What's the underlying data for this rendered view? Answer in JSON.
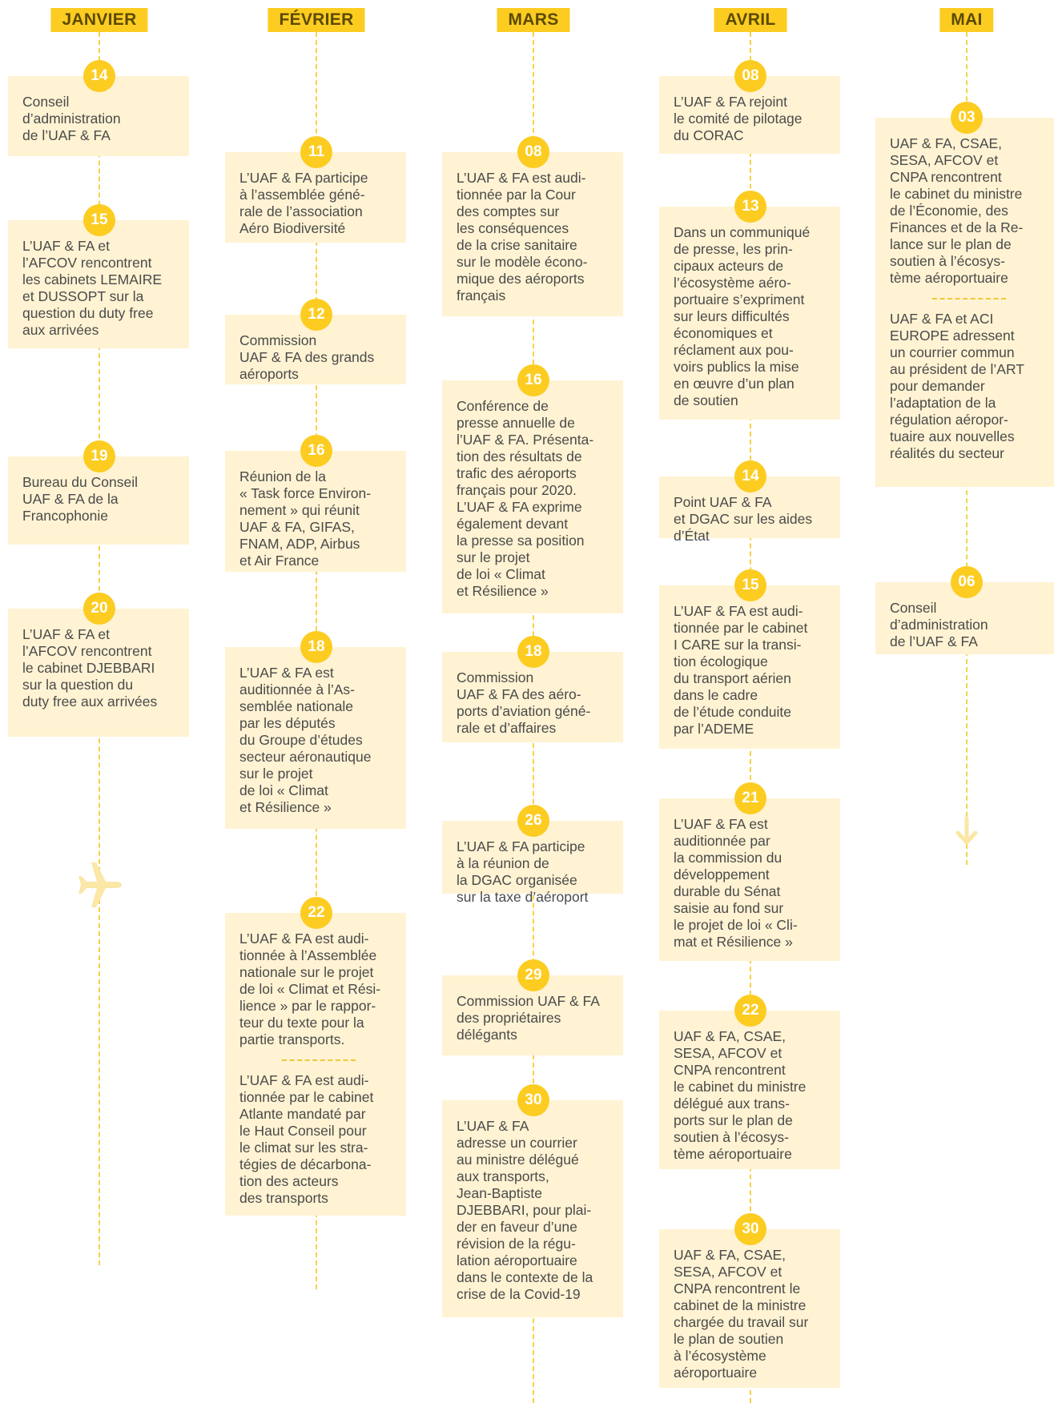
{
  "accent_color": "#fccc21",
  "card_color": "#fff3d3",
  "months": [
    {
      "name": "JANVIER",
      "events": [
        {
          "day": "14",
          "texts": [
            "Conseil\nd’administration\nde l’UAF & FA"
          ]
        },
        {
          "day": "15",
          "texts": [
            "L’UAF & FA et\nl’AFCOV rencontrent\nles cabinets LEMAIRE\net DUSSOPT sur la\nquestion du duty free\naux arrivées"
          ]
        },
        {
          "day": "19",
          "texts": [
            "Bureau du Conseil\nUAF & FA de la\nFrancophonie"
          ]
        },
        {
          "day": "20",
          "texts": [
            "L’UAF & FA et\nl’AFCOV rencontrent\nle cabinet DJEBBARI\nsur la question du\nduty free aux arrivées"
          ]
        }
      ]
    },
    {
      "name": "FÉVRIER",
      "events": [
        {
          "day": "11",
          "texts": [
            "L’UAF & FA participe\nà l’assemblée géné-\nrale de l’association\nAéro Biodiversité"
          ]
        },
        {
          "day": "12",
          "texts": [
            "Commission\nUAF & FA des grands\naéroports"
          ]
        },
        {
          "day": "16",
          "texts": [
            "Réunion de la\n« Task force Environ-\nnement » qui réunit\nUAF & FA, GIFAS,\nFNAM, ADP, Airbus\net Air France"
          ]
        },
        {
          "day": "18",
          "texts": [
            "L’UAF & FA est\nauditionnée à l’As-\nsemblée nationale\npar les députés\ndu Groupe d’études\nsecteur aéronautique\nsur le projet\nde loi « Climat\net Résilience »"
          ]
        },
        {
          "day": "22",
          "texts": [
            "L’UAF & FA est audi-\ntionnée à l’Assemblée\nnationale sur le projet\nde loi « Climat et Rési-\nlience » par le rappor-\nteur du texte pour la\npartie transports.",
            "L’UAF & FA est audi-\ntionnée par le cabinet\nAtlante mandaté par\nle Haut Conseil pour\nle climat sur les stra-\ntégies de décarbona-\ntion des acteurs\ndes transports"
          ]
        }
      ]
    },
    {
      "name": "MARS",
      "events": [
        {
          "day": "08",
          "texts": [
            "L’UAF & FA est audi-\ntionnée par la Cour\ndes comptes sur\nles conséquences\nde la crise sanitaire\nsur le modèle écono-\nmique des aéroports\nfrançais"
          ]
        },
        {
          "day": "16",
          "texts": [
            "Conférence de\npresse annuelle de\nl’UAF & FA. Présenta-\ntion des résultats de\ntrafic des aéroports\nfrançais pour 2020.\nL’UAF & FA exprime\négalement devant\nla presse sa position\nsur le projet\nde loi « Climat\net Résilience »"
          ]
        },
        {
          "day": "18",
          "texts": [
            "Commission\nUAF & FA des aéro-\nports d’aviation géné-\nrale et d’affaires"
          ]
        },
        {
          "day": "26",
          "texts": [
            "L’UAF & FA participe\nà la réunion de\nla DGAC organisée\nsur la taxe d’aéroport"
          ]
        },
        {
          "day": "29",
          "texts": [
            "Commission UAF & FA\ndes propriétaires\ndélégants"
          ]
        },
        {
          "day": "30",
          "texts": [
            "L’UAF & FA\nadresse un courrier\nau ministre délégué\naux transports,\nJean-Baptiste\nDJEBBARI, pour plai-\nder en faveur d’une\nrévision de la régu-\nlation aéroportuaire\ndans le contexte de la\ncrise de la Covid-19"
          ]
        }
      ]
    },
    {
      "name": "AVRIL",
      "events": [
        {
          "day": "08",
          "texts": [
            "L’UAF & FA rejoint\nle comité de pilotage\ndu CORAC"
          ]
        },
        {
          "day": "13",
          "texts": [
            "Dans un communiqué\nde presse, les prin-\ncipaux acteurs de\nl’écosystème aéro-\nportuaire s’expriment\nsur leurs difficultés\néconomiques et\nréclament aux pou-\nvoirs publics la mise\nen œuvre d’un plan\nde soutien"
          ]
        },
        {
          "day": "14",
          "texts": [
            "Point UAF & FA\net DGAC sur les aides\nd’État"
          ]
        },
        {
          "day": "15",
          "texts": [
            "L’UAF & FA est audi-\ntionnée par le cabinet\nI CARE sur la transi-\ntion écologique\ndu transport aérien\ndans le cadre\nde l’étude conduite\npar l’ADEME"
          ]
        },
        {
          "day": "21",
          "texts": [
            "L’UAF & FA est\nauditionnée par\nla commission du\ndéveloppement\ndurable du Sénat\nsaisie au fond sur\nle projet de loi « Cli-\nmat et Résilience »"
          ]
        },
        {
          "day": "22",
          "texts": [
            "UAF & FA, CSAE,\nSESA, AFCOV et\nCNPA rencontrent\nle cabinet du ministre\ndélégué aux trans-\nports sur le plan de\nsoutien à l’écosys-\ntème aéroportuaire"
          ]
        },
        {
          "day": "30",
          "texts": [
            "UAF & FA, CSAE,\nSESA, AFCOV et\nCNPA rencontrent le\ncabinet de la ministre\nchargée du travail sur\nle plan de soutien\nà l’écosystème\naéroportuaire"
          ]
        }
      ]
    },
    {
      "name": "MAI",
      "events": [
        {
          "day": "03",
          "texts": [
            "UAF & FA, CSAE,\nSESA, AFCOV et\nCNPA rencontrent\nle cabinet du ministre\nde l’Économie, des\nFinances et de la Re-\nlance sur le plan de\nsoutien à l’écosys-\ntème aéroportuaire",
            "UAF & FA et ACI\nEUROPE adressent\nun courrier commun\nau président de l’ART\npour demander\nl’adaptation de la\nrégulation aéropor-\ntuaire aux nouvelles\nréalités du secteur"
          ]
        },
        {
          "day": "06",
          "texts": [
            "Conseil\nd’administration\nde l’UAF & FA"
          ]
        }
      ]
    }
  ]
}
